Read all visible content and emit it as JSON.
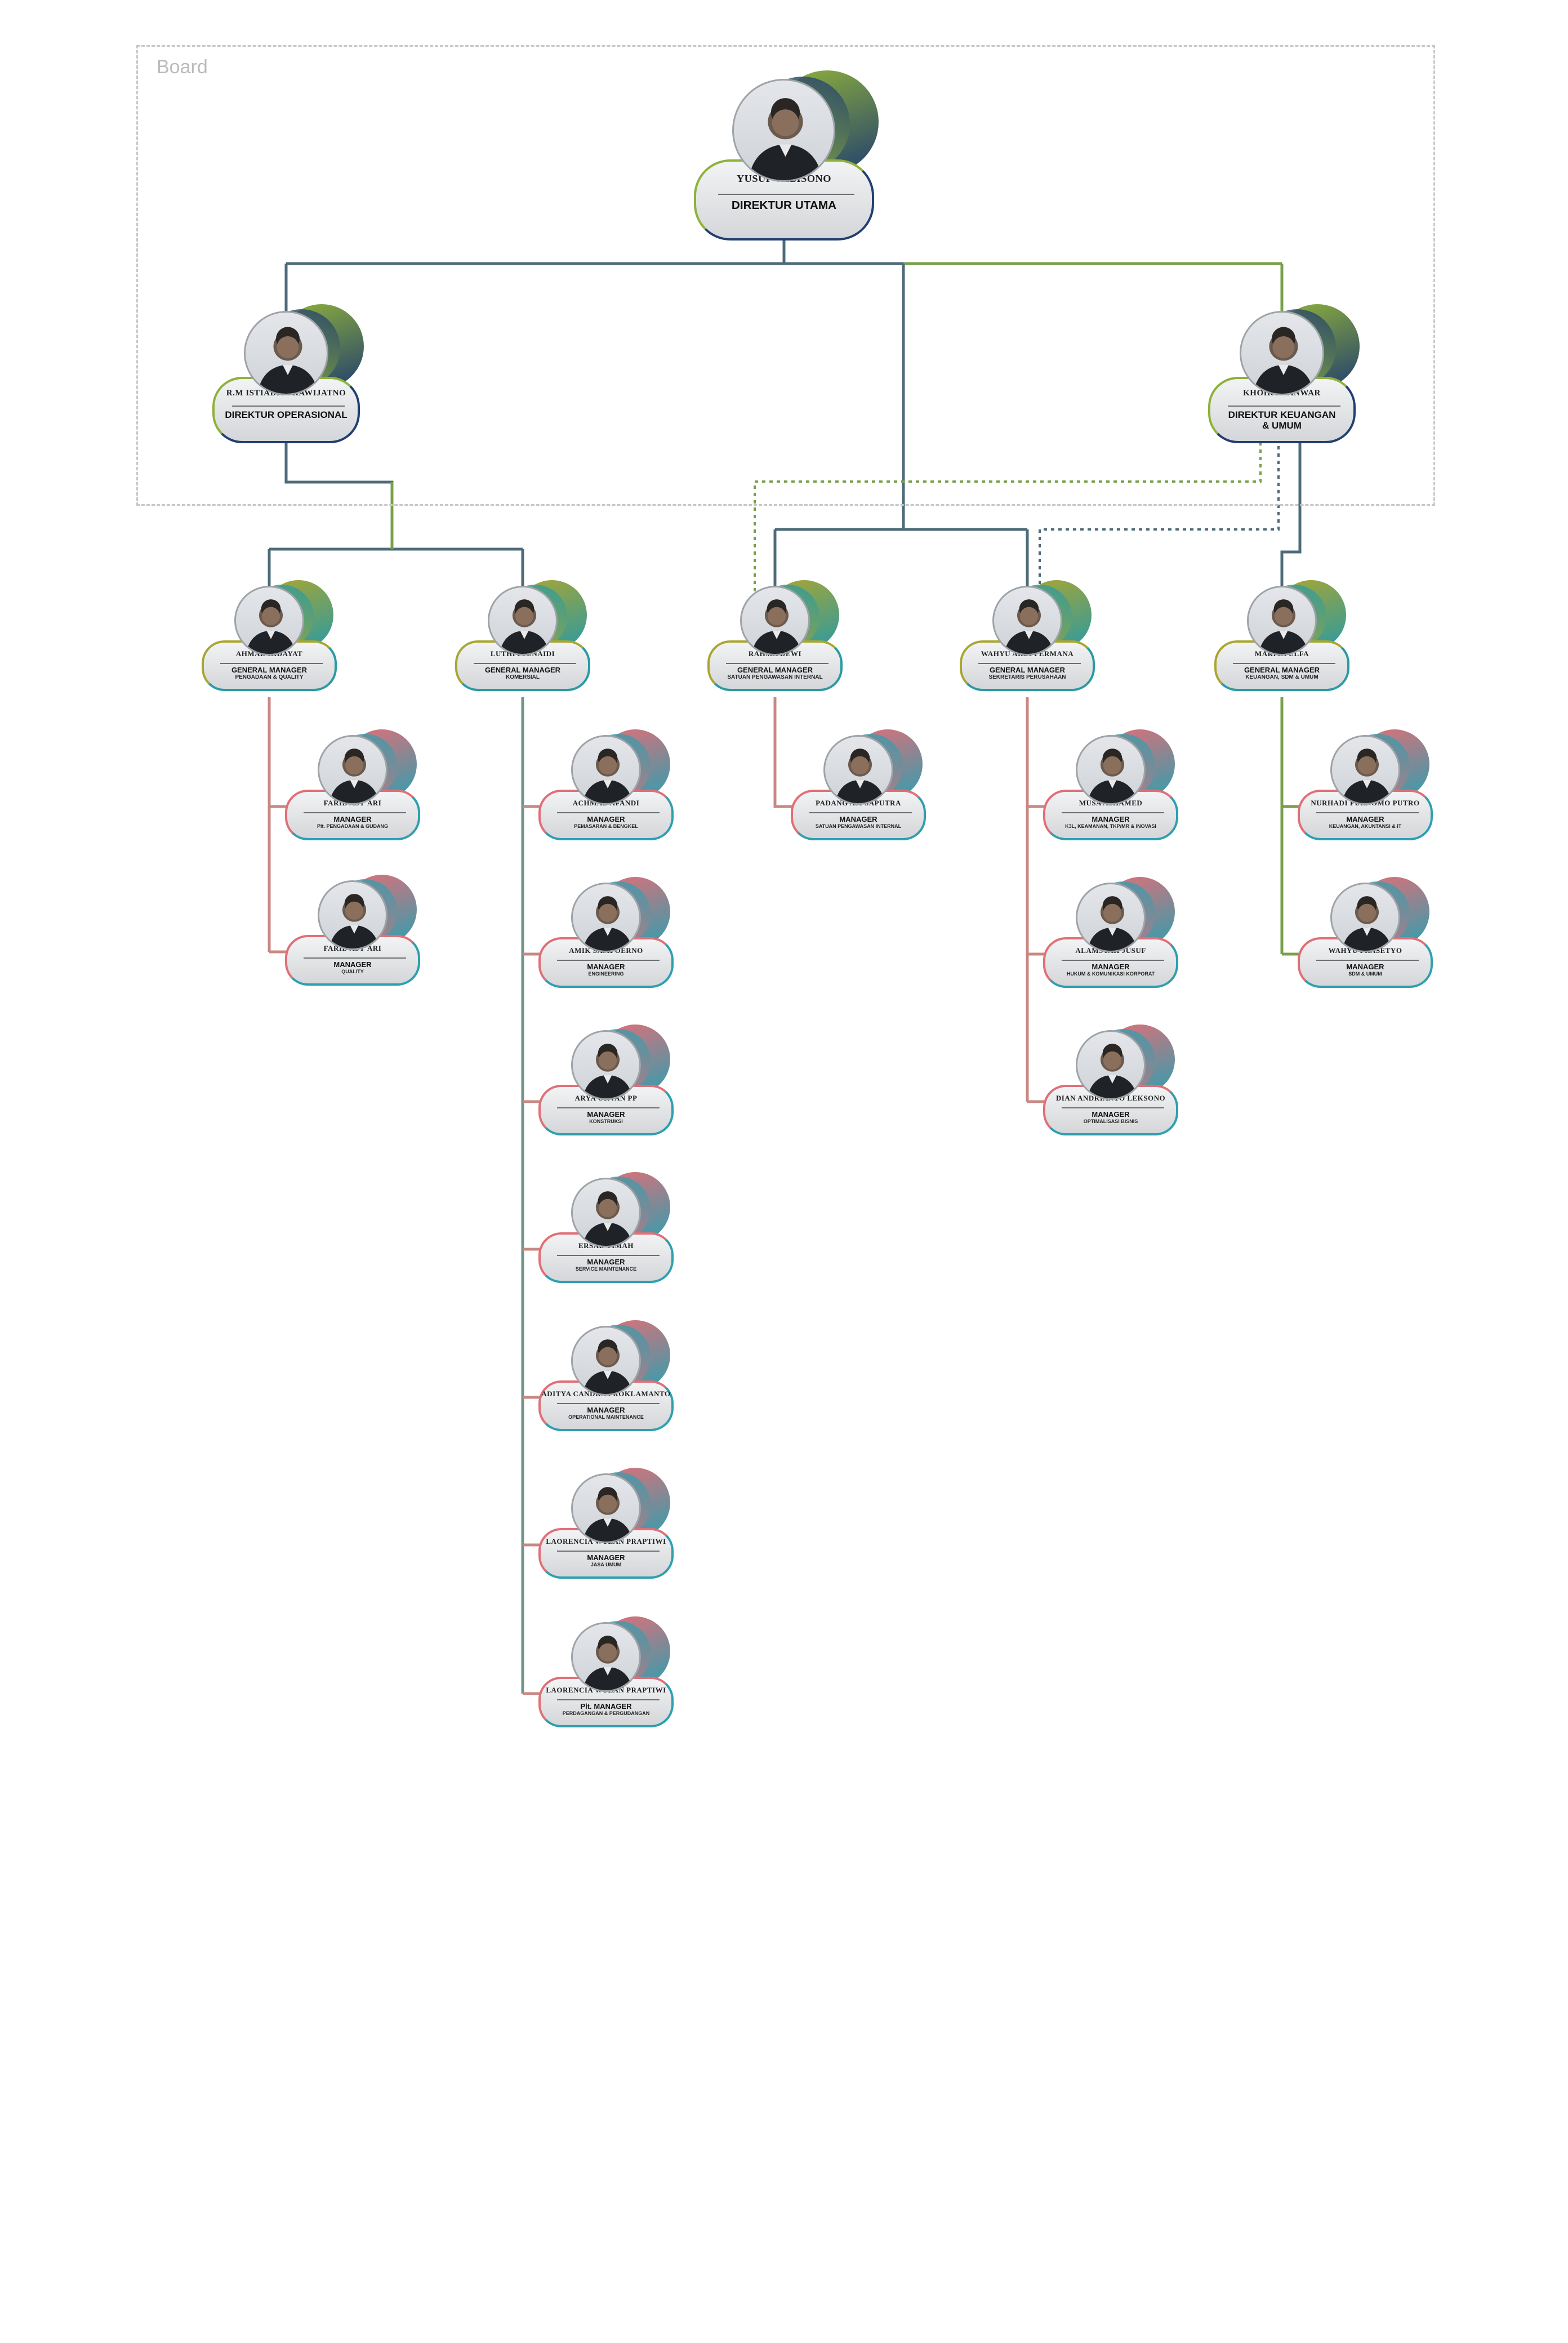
{
  "board_label": "Board",
  "colors": {
    "board_accent_green": "#8fb13a",
    "board_accent_navy": "#213f70",
    "gm_accent_olive": "#a9a632",
    "gm_accent_teal": "#2a9aa3",
    "mgr_accent_coral": "#e06f77",
    "mgr_accent_teal": "#2f9fb0",
    "line_green": "#78a04a",
    "line_slate": "#4d6b78",
    "line_coral": "#c98782"
  },
  "people": [
    {
      "id": "yusuf",
      "name": "YUSUF WIBISONO",
      "title": "DIREKTUR UTAMA",
      "division": ""
    },
    {
      "id": "istiadji",
      "name": "R.M ISTIADJI PRAWIJATNO",
      "title": "DIREKTUR OPERASIONAL",
      "division": ""
    },
    {
      "id": "khoirul",
      "name": "KHOIRUL ANWAR",
      "title": "DIREKTUR KEUANGAN",
      "title2": "& UMUM",
      "division": ""
    },
    {
      "id": "ahmad",
      "name": "AHMAD HIDAYAT",
      "title": "GENERAL MANAGER",
      "division": "PENGADAAN & QUALITY"
    },
    {
      "id": "luthfi",
      "name": "LUTHFI JUNAIDI",
      "title": "GENERAL MANAGER",
      "division": "KOMERSIAL"
    },
    {
      "id": "rahma",
      "name": "RAHMA DEWI",
      "title": "GENERAL MANAGER",
      "division": "SATUAN PENGAWASAN INTERNAL"
    },
    {
      "id": "wahyu_ardi",
      "name": "WAHYU ARDI PERMANA",
      "title": "GENERAL MANAGER",
      "division": "SEKRETARIS PERUSAHAAN"
    },
    {
      "id": "mariya",
      "name": "MARIYA ULFA",
      "title": "GENERAL MANAGER",
      "division": "KEUANGAN, SDM & UMUM"
    },
    {
      "id": "farid1",
      "name": "FARID ASY'ARI",
      "title": "MANAGER",
      "division": "Plt. PENGADAAN & GUDANG"
    },
    {
      "id": "farid2",
      "name": "FARID ASY'ARI",
      "title": "MANAGER",
      "division": "QUALITY"
    },
    {
      "id": "achmad",
      "name": "ACHMAD AFANDI",
      "title": "MANAGER",
      "division": "PEMASARAN & BENGKEL"
    },
    {
      "id": "amik",
      "name": "AMIK SAMPOERNO",
      "title": "MANAGER",
      "division": "ENGINEERING"
    },
    {
      "id": "arya",
      "name": "ARYA OKVAN PP",
      "title": "MANAGER",
      "division": "KONSTRUKSI"
    },
    {
      "id": "ersad",
      "name": "ERSAD TIMAH",
      "title": "MANAGER",
      "division": "SERVICE MAINTENANCE"
    },
    {
      "id": "aditya",
      "name": "ADITYA CANDRA PROKLAMANTO",
      "title": "MANAGER",
      "division": "OPERATIONAL MAINTENANCE"
    },
    {
      "id": "laorencia1",
      "name": "LAORENCIA WULAN PRAPTIWI",
      "title": "MANAGER",
      "division": "JASA UMUM"
    },
    {
      "id": "laorencia2",
      "name": "LAORENCIA WULAN PRAPTIWI",
      "title": "Plt. MANAGER",
      "division": "PERDAGANGAN & PERGUDANGAN"
    },
    {
      "id": "padang",
      "name": "PADANG AJI SAPUTRA",
      "title": "MANAGER",
      "division": "SATUAN PENGAWASAN INTERNAL"
    },
    {
      "id": "musa",
      "name": "MUSA ASHAMED",
      "title": "MANAGER",
      "division": "K3L, KEAMANAN, TKP/MR & INOVASI"
    },
    {
      "id": "alamsyah",
      "name": "ALAMSYAH JUSUF",
      "title": "MANAGER",
      "division": "HUKUM & KOMUNIKASI KORPORAT"
    },
    {
      "id": "dian",
      "name": "DIAN ANDRIANTO LEKSONO",
      "title": "MANAGER",
      "division": "OPTIMALISASI BISNIS"
    },
    {
      "id": "nurhadi",
      "name": "NURHADI PURNOMO PUTRO",
      "title": "MANAGER",
      "division": "KEUANGAN, AKUNTANSI & IT"
    },
    {
      "id": "wahyu_p",
      "name": "WAHYU PRASETYO",
      "title": "MANAGER",
      "division": "SDM & UMUM"
    }
  ]
}
